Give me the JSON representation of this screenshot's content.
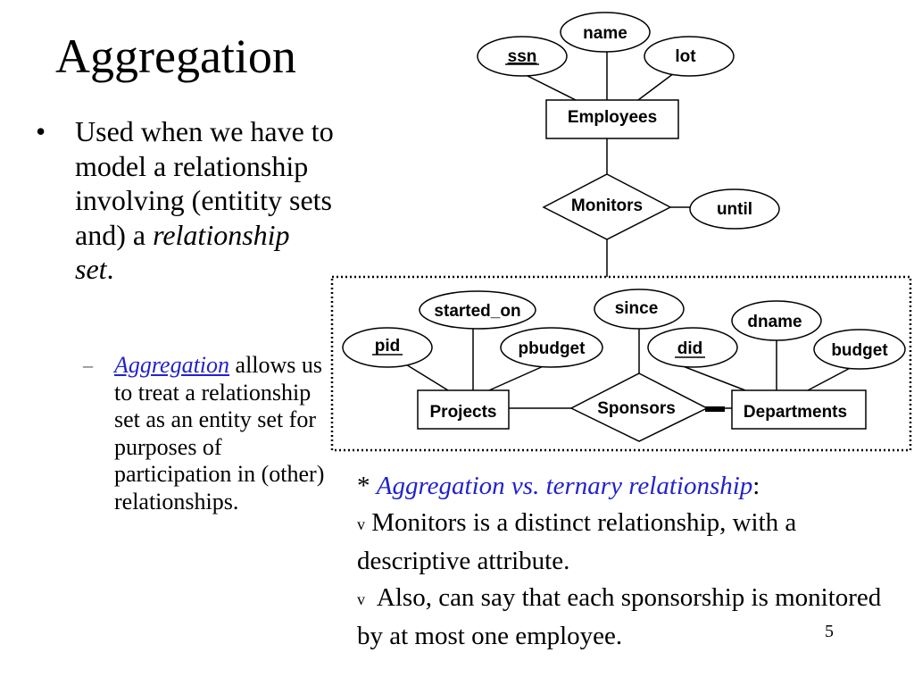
{
  "slide": {
    "title": "Aggregation",
    "bullet1": {
      "marker": "•",
      "text_a": "Used when we have to model a relationship involving (entitity sets and) a ",
      "text_em": "relationship set",
      "text_b": "."
    },
    "bullet2": {
      "marker": "–",
      "link": "Aggregation",
      "text": " allows us to treat a relationship set as an entity set for purposes of participation in (other) relationships."
    },
    "note": {
      "star": "*",
      "heading": "Aggregation vs. ternary relationship",
      "colon": ":",
      "marker1": "v",
      "line1": "Monitors is a distinct relationship, with a descriptive attribute.",
      "marker2": "v",
      "line2": "Also, can say that each sponsorship is monitored by at most one employee."
    },
    "slide_number": "5"
  },
  "diagram": {
    "entities": {
      "employees": "Employees",
      "projects": "Projects",
      "departments": "Departments"
    },
    "relationships": {
      "monitors": "Monitors",
      "sponsors": "Sponsors"
    },
    "attributes": {
      "name": "name",
      "ssn": "ssn",
      "lot": "lot",
      "until": "until",
      "started_on": "started_on",
      "since": "since",
      "dname": "dname",
      "pid": "pid",
      "pbudget": "pbudget",
      "did": "did",
      "budget": "budget"
    }
  }
}
